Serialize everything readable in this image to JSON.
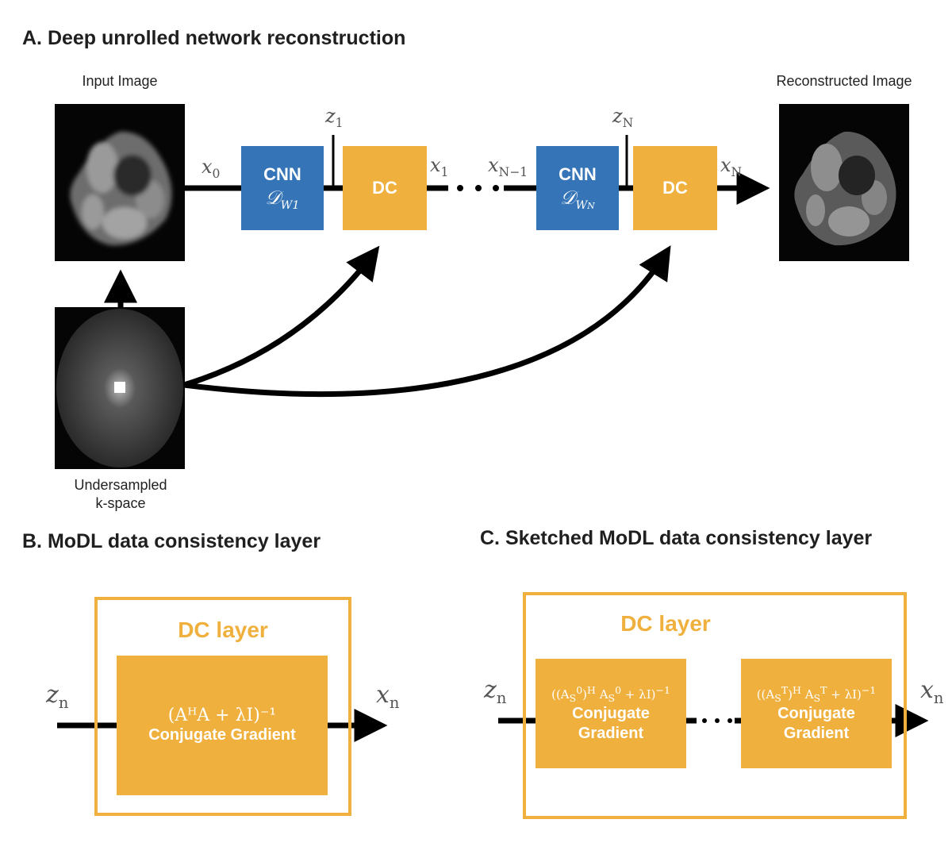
{
  "section_a": {
    "title": "A. Deep unrolled network reconstruction",
    "input_image_label": "Input Image",
    "reconstructed_image_label": "Reconstructed Image",
    "kspace_label_line1": "Undersampled",
    "kspace_label_line2": "k-space",
    "blocks": [
      {
        "type": "CNN",
        "label": "CNN",
        "operator": "𝒟",
        "operator_sub": "W",
        "operator_sub_index": "1"
      },
      {
        "type": "DC",
        "label": "DC"
      },
      {
        "type": "CNN",
        "label": "CNN",
        "operator": "𝒟",
        "operator_sub": "W",
        "operator_sub_index": "N"
      },
      {
        "type": "DC",
        "label": "DC"
      }
    ],
    "signals": {
      "x0": {
        "base": "x",
        "sub": "0"
      },
      "z1": {
        "base": "z",
        "sub": "1"
      },
      "x1": {
        "base": "x",
        "sub": "1"
      },
      "xN_minus_1": {
        "base": "x",
        "sub": "N−1"
      },
      "zN": {
        "base": "z",
        "sub": "N"
      },
      "xN": {
        "base": "x",
        "sub": "N"
      }
    },
    "ellipsis": "• • •"
  },
  "section_b": {
    "title": "B. MoDL data consistency layer",
    "layer_label": "DC layer",
    "input": {
      "base": "z",
      "sub": "n"
    },
    "output": {
      "base": "x",
      "sub": "n"
    },
    "formula": "(AᴴA + λI)⁻¹",
    "method": "Conjugate Gradient"
  },
  "section_c": {
    "title": "C. Sketched MoDL data consistency layer",
    "layer_label": "DC layer",
    "input": {
      "base": "z",
      "sub": "n"
    },
    "output": {
      "base": "x",
      "sub": "n"
    },
    "stages": [
      {
        "sketch_index": "0",
        "formula_prefix": "((A",
        "method_line1": "Conjugate",
        "method_line2": "Gradient"
      },
      {
        "sketch_index": "T",
        "formula_prefix": "((A",
        "method_line1": "Conjugate",
        "method_line2": "Gradient"
      }
    ],
    "ellipsis": "• • •"
  },
  "colors": {
    "cnn_blue": "#3474b7",
    "dc_orange": "#f0b03d",
    "arrow_black": "#000000"
  }
}
